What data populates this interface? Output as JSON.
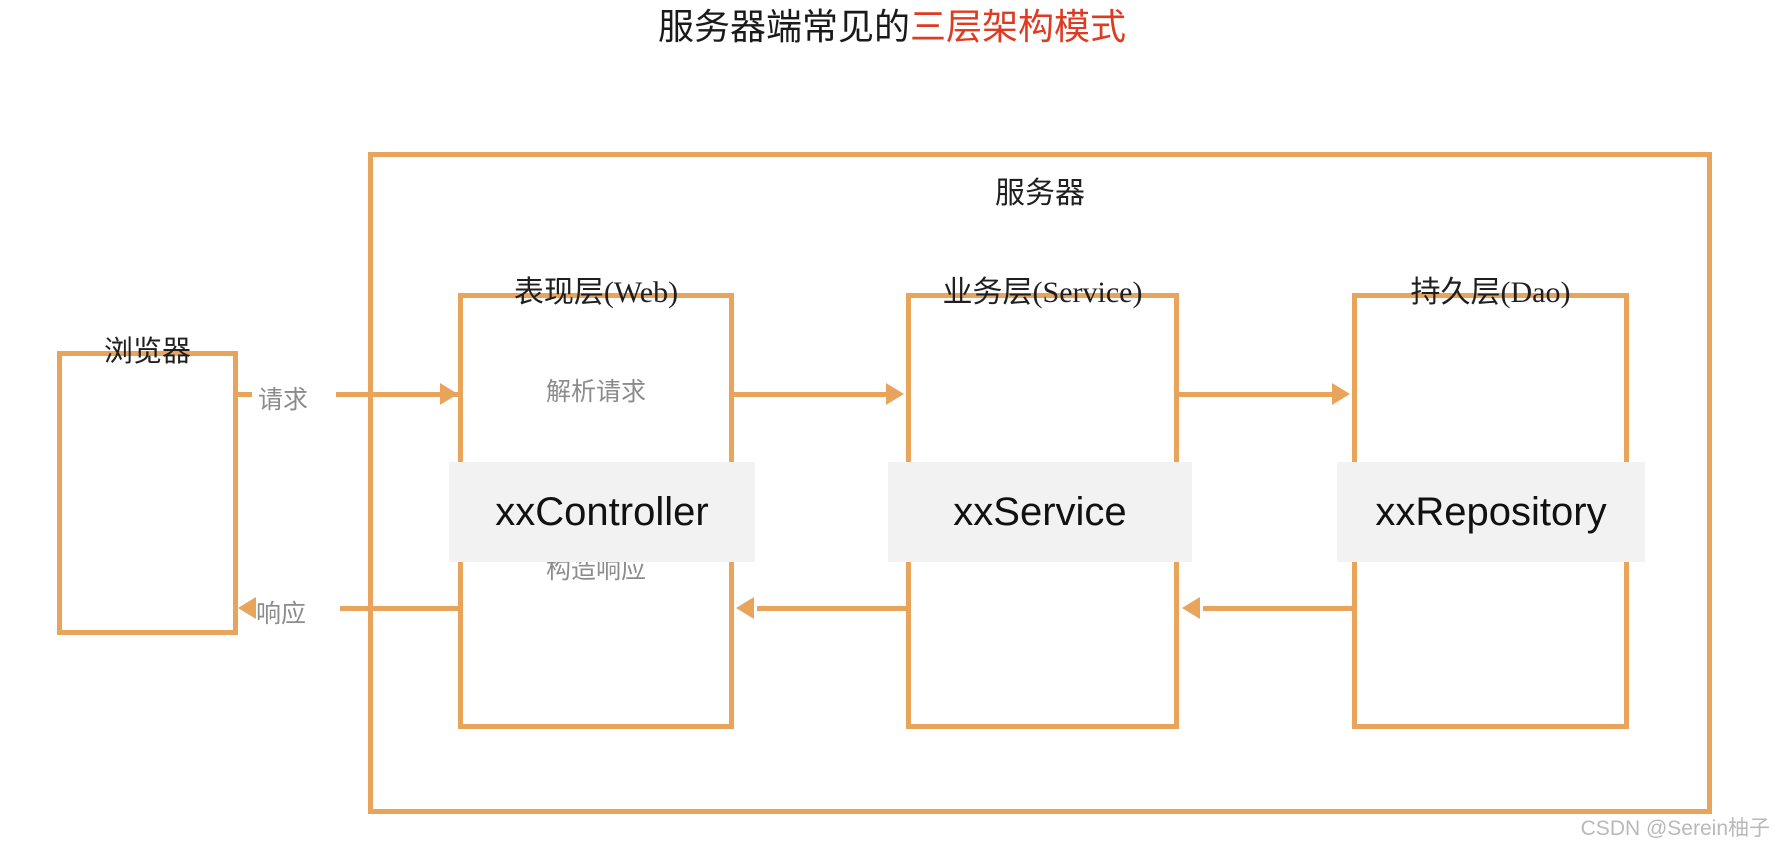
{
  "title": {
    "plain": "服务器端常见的",
    "accent": "三层架构模式",
    "accent_color": "#DE3B22"
  },
  "colors": {
    "box_border": "#E8A45B",
    "band_background": "#F2F2F2",
    "muted_text": "#8C8C8C",
    "page_background": "#FFFFFF"
  },
  "server": {
    "label": "服务器"
  },
  "client": {
    "label": "浏览器"
  },
  "flows": {
    "request_label": "请求",
    "response_label": "响应"
  },
  "layers": [
    {
      "id": "web",
      "title": "表现层(Web)",
      "class_name": "xxController",
      "note_top": "解析请求",
      "note_bottom": "构造响应"
    },
    {
      "id": "service",
      "title": "业务层(Service)",
      "class_name": "xxService",
      "note_top": "",
      "note_bottom": ""
    },
    {
      "id": "dao",
      "title": "持久层(Dao)",
      "class_name": "xxRepository",
      "note_top": "",
      "note_bottom": ""
    }
  ],
  "watermark": "CSDN @Serein柚子"
}
